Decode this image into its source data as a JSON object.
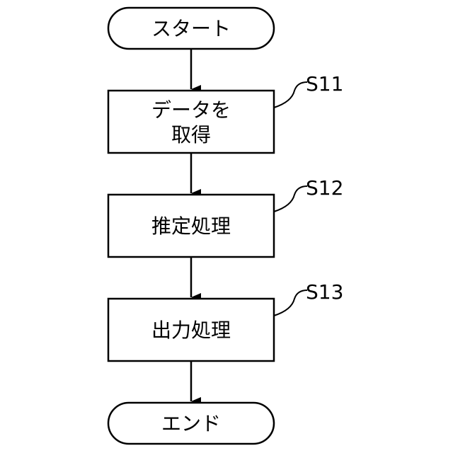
{
  "flowchart": {
    "start": {
      "label": "スタート"
    },
    "steps": [
      {
        "id": "S11",
        "lines": [
          "データを",
          "取得"
        ]
      },
      {
        "id": "S12",
        "lines": [
          "推定処理"
        ]
      },
      {
        "id": "S13",
        "lines": [
          "出力処理"
        ]
      }
    ],
    "end": {
      "label": "エンド"
    }
  }
}
